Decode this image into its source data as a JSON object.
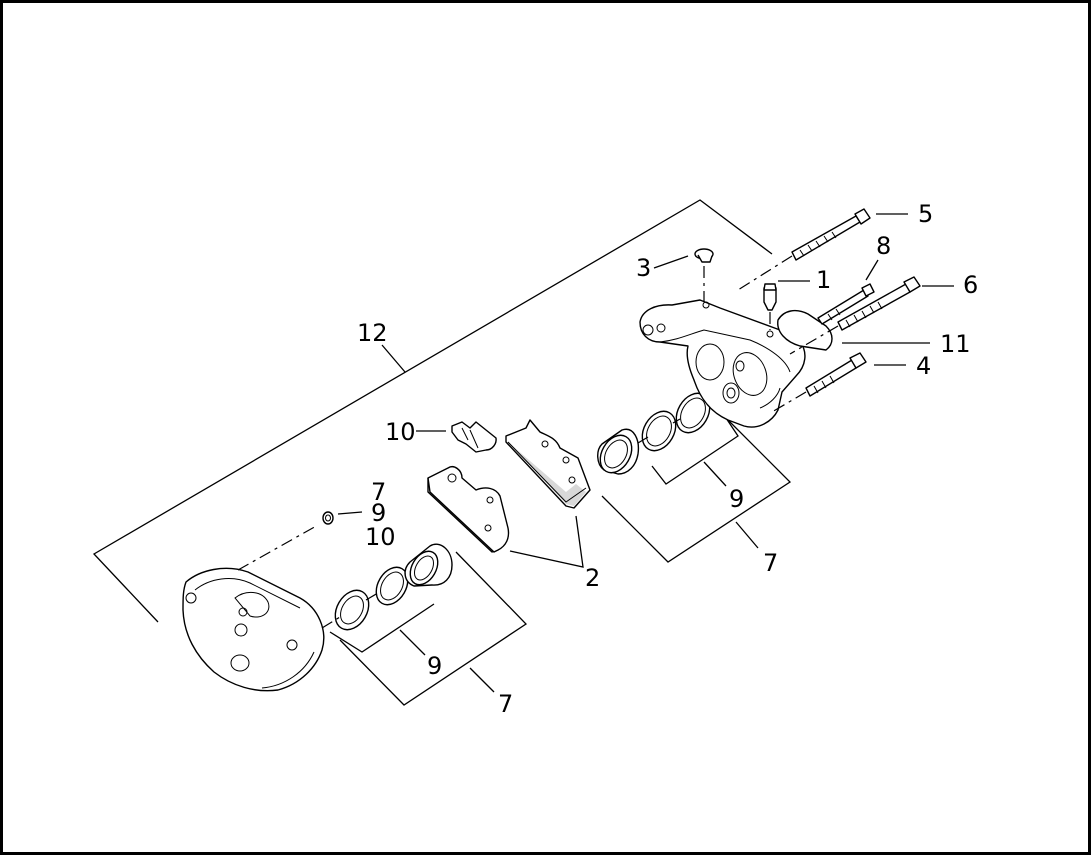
{
  "diagram": {
    "callouts": {
      "c1": "1",
      "c2": "2",
      "c3": "3",
      "c4": "4",
      "c5": "5",
      "c6": "6",
      "c7_bracket_right": "7",
      "c7_bracket_left": "7",
      "c7_small": "7",
      "c8": "8",
      "c9_right": "9",
      "c9_left": "9",
      "c9_small": "9",
      "c10_clip": "10",
      "c10_small": "10",
      "c11": "11",
      "c12": "12"
    }
  }
}
